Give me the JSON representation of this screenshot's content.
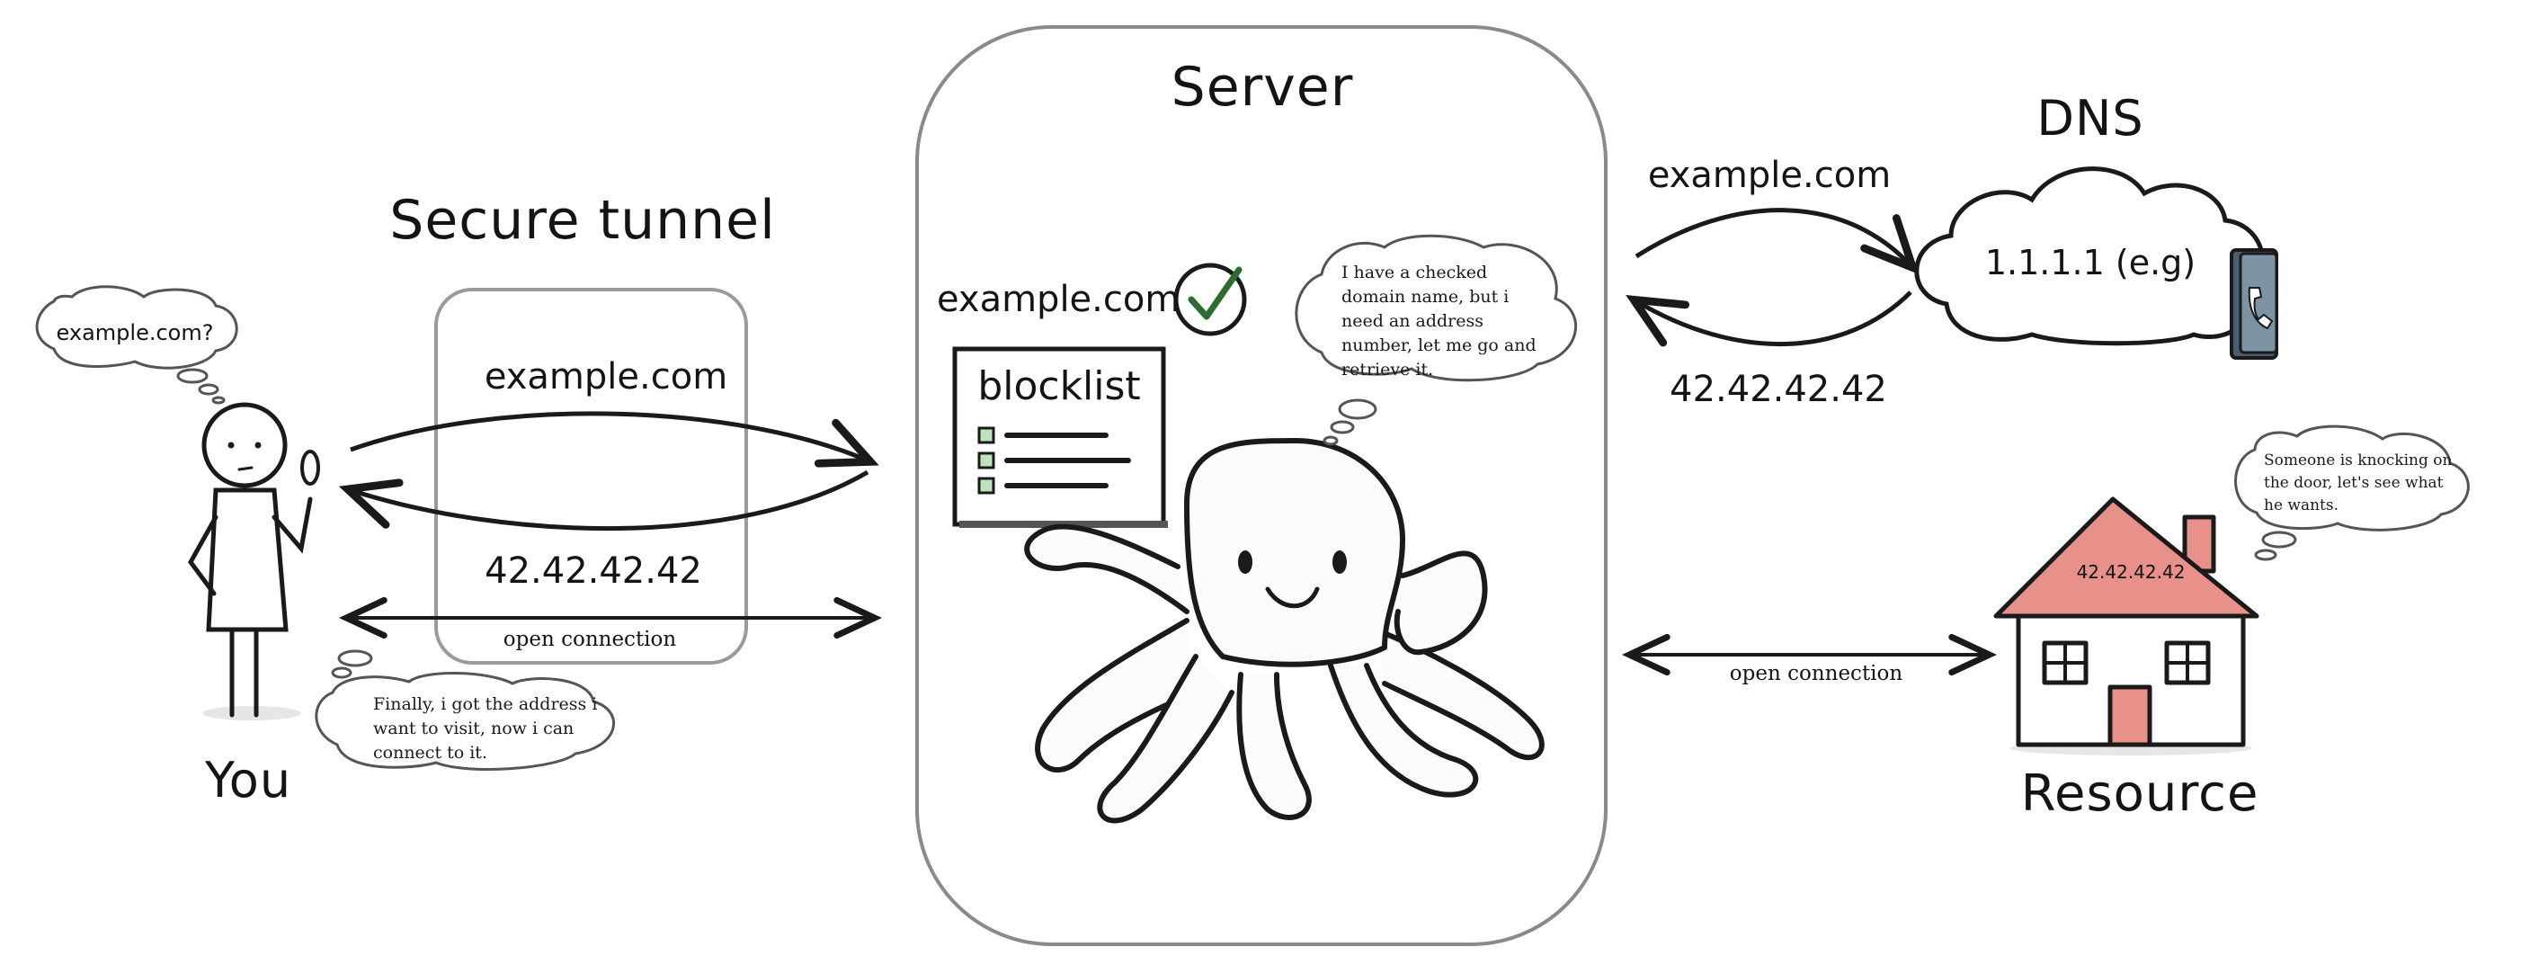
{
  "sections": {
    "server_title": "Server",
    "tunnel_title": "Secure tunnel",
    "dns_title": "DNS",
    "you_label": "You",
    "resource_label": "Resource"
  },
  "you": {
    "thought": "example.com?",
    "thought_after": "Finally, i got the address i want to visit, now i can connect to it."
  },
  "tunnel": {
    "request": "example.com",
    "response": "42.42.42.42",
    "connection": "open connection"
  },
  "server": {
    "checked_domain": "example.com",
    "blocklist_title": "blocklist",
    "octopus_thought": "I have a checked domain name, but i need an address number, let me go and retrieve it."
  },
  "dns": {
    "query": "example.com",
    "answer": "42.42.42.42",
    "resolver": "1.1.1.1 (e.g)"
  },
  "resource": {
    "connection": "open connection",
    "address": "42.42.42.42",
    "thought": "Someone is knocking on the door, let's see what he wants."
  },
  "icons": [
    "stick-figure-icon",
    "check-icon",
    "octopus-icon",
    "cloud-icon",
    "phone-book-icon",
    "house-icon"
  ],
  "colors": {
    "check": "#2e6b2e",
    "house_accent": "#e8908a",
    "stroke": "#1a1a1a",
    "faint_frame": "#8a8a8a"
  }
}
